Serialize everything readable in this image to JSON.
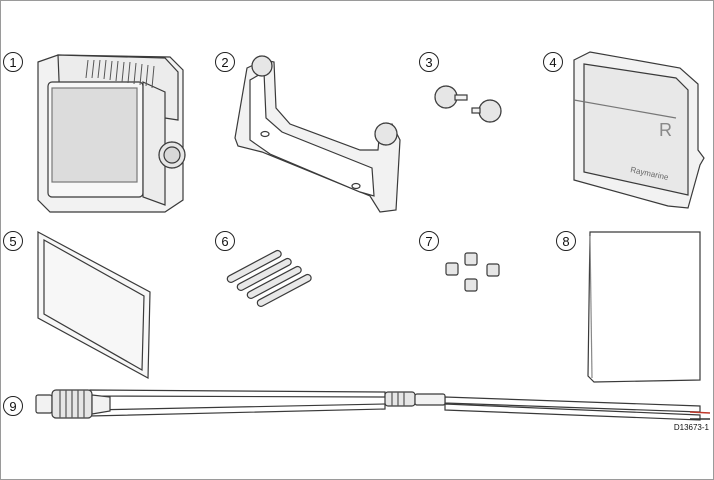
{
  "callouts": [
    "1",
    "2",
    "3",
    "4",
    "5",
    "6",
    "7",
    "8",
    "9"
  ],
  "drawing_ref": "D13673-1",
  "brand_text": "Raymarine",
  "logo_letter": "R",
  "colors": {
    "line": "#3a3a3a",
    "fill": "#f2f2f2",
    "panel": "#dcdcdc",
    "cable": "#ffffff",
    "accent_red": "#c0392b"
  }
}
